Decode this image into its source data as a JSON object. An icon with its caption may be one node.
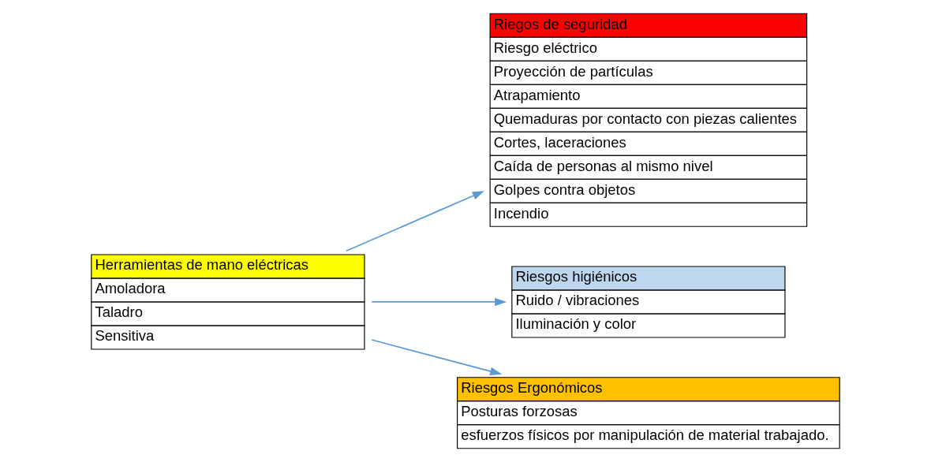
{
  "diagram": {
    "nodes": [
      {
        "text": [
          "Herramientas de mano eléctricas",
          "Amoladora",
          "Taladro",
          "Sensitiva"
        ]
      },
      {
        "text": [
          "Riegos de seguridad",
          "Riesgo eléctrico",
          "Proyección de partículas",
          "Atrapamiento",
          "Quemaduras por contacto con piezas calientes",
          "Cortes, laceraciones",
          "Caída de personas al mismo nivel",
          "Golpes contra objetos",
          "Incendio"
        ]
      },
      {
        "text": [
          "Riesgos higiénicos",
          "Ruido / vibraciones",
          "Iluminación y color"
        ]
      },
      {
        "text": [
          "Riesgos Ergonómicos",
          "Posturas forzosas",
          "esfuerzos físicos por manipulación de material trabajado."
        ]
      }
    ],
    "edges": [
      {
        "from": 0,
        "to": 1,
        "arrow": "to"
      },
      {
        "from": 0,
        "to": 2,
        "arrow": "to"
      },
      {
        "from": 0,
        "to": 3,
        "arrow": "to"
      }
    ]
  }
}
